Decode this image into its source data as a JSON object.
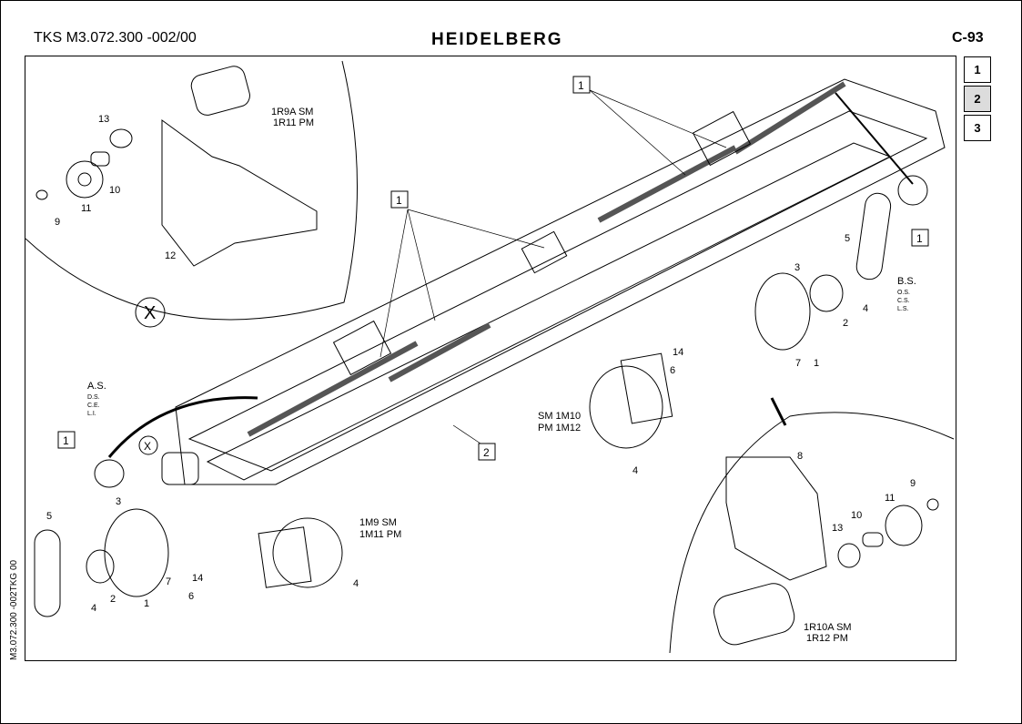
{
  "header": {
    "doc_code": "TKS M3.072.300 -002/00",
    "brand": "HEIDELBERG",
    "page_number": "C-93"
  },
  "side_tabs": [
    {
      "label": "1",
      "active": false
    },
    {
      "label": "2",
      "active": true
    },
    {
      "label": "3",
      "active": false
    }
  ],
  "vertical_code": "M3.072.300 -002TKG 00",
  "callouts": {
    "boxed_1": "1",
    "boxed_2": "2",
    "detail_x": "X",
    "motor_top": "1R9A SM",
    "motor_top_2": "1R11 PM",
    "motor_bottom": "1R10A SM",
    "motor_bottom_2": "1R12 PM",
    "motor_mid": "SM 1M10",
    "motor_mid_2": "PM 1M12",
    "motor_low": "1M9 SM",
    "motor_low_2": "1M11 PM",
    "as_label": "A.S.",
    "as_sub1": "D.S.",
    "as_sub2": "C.E.",
    "as_sub3": "L.I.",
    "bs_label": "B.S.",
    "bs_sub1": "O.S.",
    "bs_sub2": "C.S.",
    "bs_sub3": "L.S.",
    "n1": "1",
    "n2": "2",
    "n3": "3",
    "n4": "4",
    "n5": "5",
    "n6": "6",
    "n7": "7",
    "n8": "8",
    "n9": "9",
    "n10": "10",
    "n11": "11",
    "n12": "12",
    "n13": "13",
    "n14": "14"
  }
}
